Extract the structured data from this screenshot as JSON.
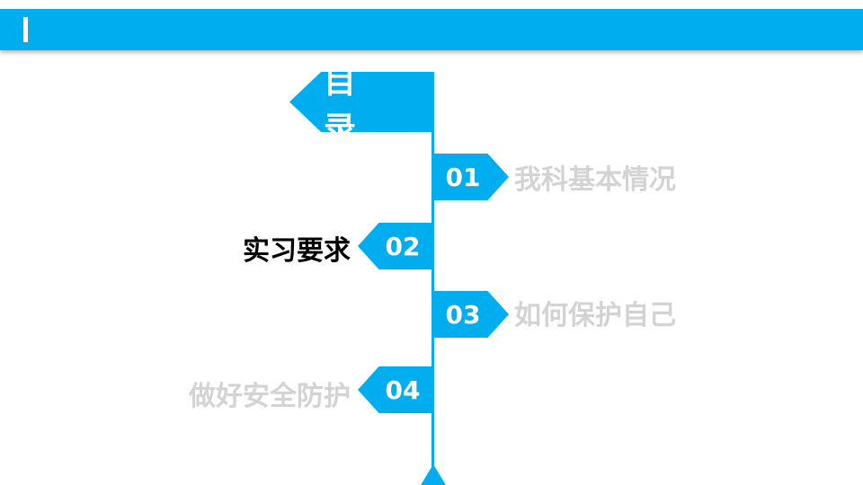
{
  "colors": {
    "accent": "#00AEEF",
    "muted": "#D3D3D3",
    "active": "#000000"
  },
  "title": "目 录",
  "items": [
    {
      "number": "01",
      "label": "我科基本情况",
      "state": "inactive",
      "side": "right"
    },
    {
      "number": "02",
      "label": "实习要求",
      "state": "active",
      "side": "left"
    },
    {
      "number": "03",
      "label": "如何保护自己",
      "state": "inactive",
      "side": "right"
    },
    {
      "number": "04",
      "label": "做好安全防护",
      "state": "inactive",
      "side": "left"
    }
  ]
}
